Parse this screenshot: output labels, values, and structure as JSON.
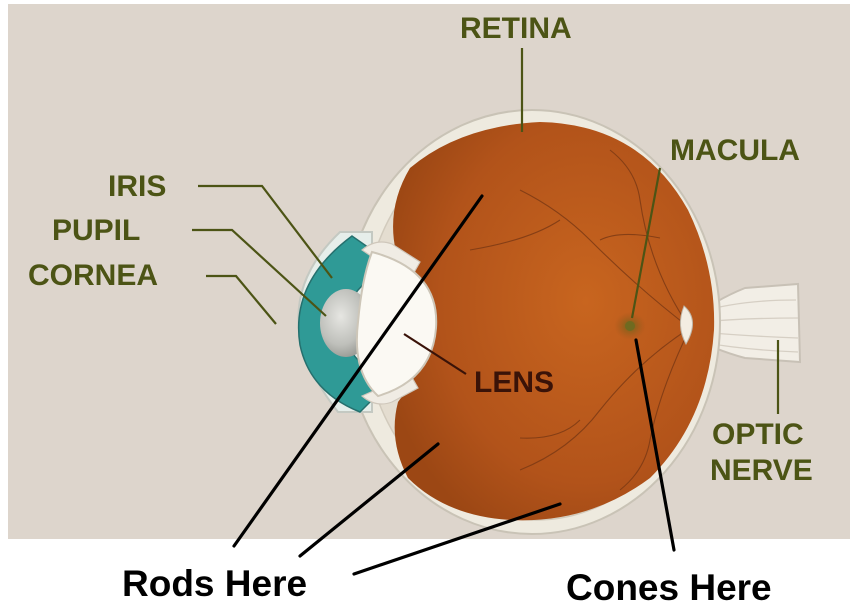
{
  "labels": {
    "retina": "RETINA",
    "macula": "MACULA",
    "iris": "IRIS",
    "pupil": "PUPIL",
    "cornea": "CORNEA",
    "lens": "LENS",
    "optic_line1": "OPTIC",
    "optic_line2": "NERVE"
  },
  "captions": {
    "rods": "Rods Here",
    "cones": "Cones Here"
  },
  "colors": {
    "background": "#ddd5cc",
    "label_text": "#4c5415",
    "eyeball_interior": "#b3551b",
    "sclera": "#eeeadf",
    "iris": "#2f9a96",
    "pointer_line": "#000000"
  }
}
